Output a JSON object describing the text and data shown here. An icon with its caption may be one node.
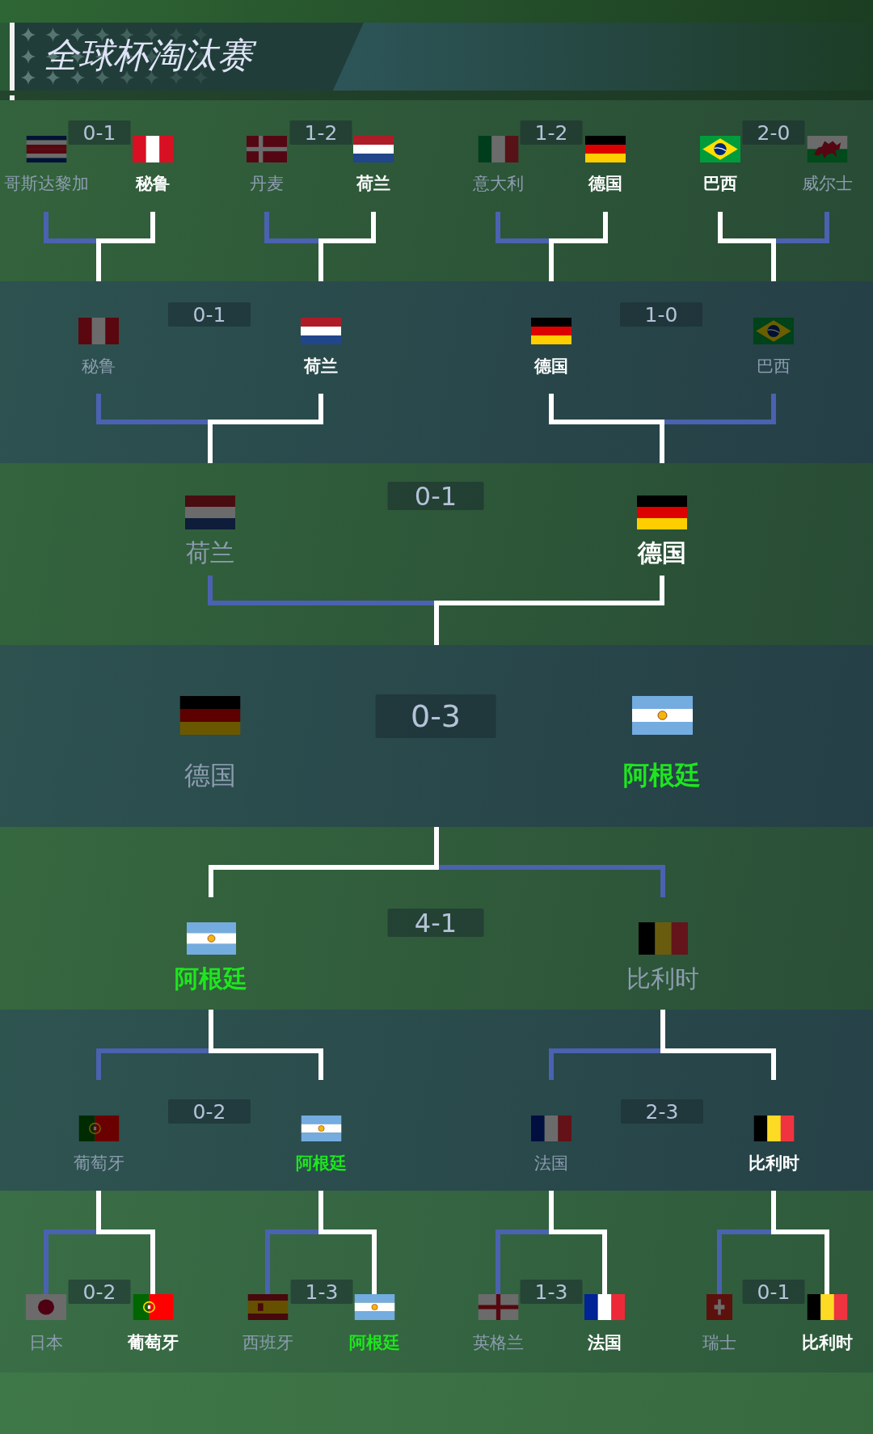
{
  "diagram": {
    "title": "全球杯淘汰赛",
    "nodes": [
      {
        "text": [
          "哥斯达黎加"
        ]
      },
      {
        "text": [
          "0-1"
        ]
      },
      {
        "text": [
          "秘鲁"
        ]
      },
      {
        "text": [
          "丹麦"
        ]
      },
      {
        "text": [
          "1-2"
        ]
      },
      {
        "text": [
          "荷兰"
        ]
      },
      {
        "text": [
          "意大利"
        ]
      },
      {
        "text": [
          "1-2"
        ]
      },
      {
        "text": [
          "德国"
        ]
      },
      {
        "text": [
          "巴西"
        ]
      },
      {
        "text": [
          "2-0"
        ]
      },
      {
        "text": [
          "威尔士"
        ]
      },
      {
        "text": [
          "秘鲁"
        ]
      },
      {
        "text": [
          "0-1"
        ]
      },
      {
        "text": [
          "荷兰"
        ]
      },
      {
        "text": [
          "德国"
        ]
      },
      {
        "text": [
          "1-0"
        ]
      },
      {
        "text": [
          "巴西"
        ]
      },
      {
        "text": [
          "荷兰"
        ]
      },
      {
        "text": [
          "0-1"
        ]
      },
      {
        "text": [
          "德国"
        ]
      },
      {
        "text": [],
        "shape": "band"
      },
      {
        "text": [
          "德国"
        ],
        "in": 21
      },
      {
        "text": [
          "0-3"
        ],
        "in": 21
      },
      {
        "text": [
          "阿根廷"
        ],
        "in": 21
      },
      {
        "text": [
          "阿根廷"
        ]
      },
      {
        "text": [
          "4-1"
        ]
      },
      {
        "text": [
          "比利时"
        ]
      },
      {
        "text": [
          "葡萄牙"
        ]
      },
      {
        "text": [
          "0-2"
        ]
      },
      {
        "text": [
          "阿根廷"
        ]
      },
      {
        "text": [
          "法国"
        ]
      },
      {
        "text": [
          "2-3"
        ]
      },
      {
        "text": [
          "比利时"
        ]
      },
      {
        "text": [
          "日本"
        ]
      },
      {
        "text": [
          "0-2"
        ]
      },
      {
        "text": [
          "葡萄牙"
        ]
      },
      {
        "text": [
          "西班牙"
        ]
      },
      {
        "text": [
          "1-3"
        ]
      },
      {
        "text": [
          "阿根廷"
        ]
      },
      {
        "text": [
          "英格兰"
        ]
      },
      {
        "text": [
          "1-3"
        ]
      },
      {
        "text": [
          "法国"
        ]
      },
      {
        "text": [
          "瑞士"
        ]
      },
      {
        "text": [
          "0-1"
        ]
      },
      {
        "text": [
          "比利时"
        ]
      }
    ],
    "edges": [
      {
        "from": 0,
        "to": 12,
        "arrow": "none",
        "color": "#4a62b0"
      },
      {
        "from": 2,
        "to": 12,
        "arrow": "none",
        "color": "#ffffff"
      },
      {
        "from": 3,
        "to": 14,
        "arrow": "none",
        "color": "#4a62b0"
      },
      {
        "from": 5,
        "to": 14,
        "arrow": "none",
        "color": "#ffffff"
      },
      {
        "from": 6,
        "to": 15,
        "arrow": "none",
        "color": "#4a62b0"
      },
      {
        "from": 8,
        "to": 15,
        "arrow": "none",
        "color": "#ffffff"
      },
      {
        "from": 9,
        "to": 17,
        "arrow": "none",
        "color": "#ffffff"
      },
      {
        "from": 11,
        "to": 17,
        "arrow": "none",
        "color": "#4a62b0"
      },
      {
        "from": 12,
        "to": 18,
        "arrow": "none",
        "color": "#4a62b0"
      },
      {
        "from": 14,
        "to": 18,
        "arrow": "none",
        "color": "#ffffff"
      },
      {
        "from": 15,
        "to": 20,
        "arrow": "none",
        "color": "#ffffff"
      },
      {
        "from": 17,
        "to": 20,
        "arrow": "none",
        "color": "#4a62b0"
      },
      {
        "from": 18,
        "to": 21,
        "arrow": "none",
        "color": "#4a62b0"
      },
      {
        "from": 20,
        "to": 21,
        "arrow": "none",
        "color": "#ffffff"
      },
      {
        "from": 25,
        "to": 21,
        "arrow": "none",
        "color": "#ffffff"
      },
      {
        "from": 27,
        "to": 21,
        "arrow": "none",
        "color": "#4a62b0"
      },
      {
        "from": 28,
        "to": 25,
        "arrow": "none",
        "color": "#4a62b0"
      },
      {
        "from": 30,
        "to": 25,
        "arrow": "none",
        "color": "#ffffff"
      },
      {
        "from": 31,
        "to": 27,
        "arrow": "none",
        "color": "#4a62b0"
      },
      {
        "from": 33,
        "to": 27,
        "arrow": "none",
        "color": "#ffffff"
      },
      {
        "from": 34,
        "to": 28,
        "arrow": "none",
        "color": "#4a62b0"
      },
      {
        "from": 36,
        "to": 28,
        "arrow": "none",
        "color": "#ffffff"
      },
      {
        "from": 37,
        "to": 30,
        "arrow": "none",
        "color": "#4a62b0"
      },
      {
        "from": 39,
        "to": 30,
        "arrow": "none",
        "color": "#ffffff"
      },
      {
        "from": 40,
        "to": 31,
        "arrow": "none",
        "color": "#4a62b0"
      },
      {
        "from": 42,
        "to": 31,
        "arrow": "none",
        "color": "#ffffff"
      },
      {
        "from": 43,
        "to": 33,
        "arrow": "none",
        "color": "#4a62b0"
      },
      {
        "from": 45,
        "to": 33,
        "arrow": "none",
        "color": "#ffffff"
      }
    ]
  }
}
